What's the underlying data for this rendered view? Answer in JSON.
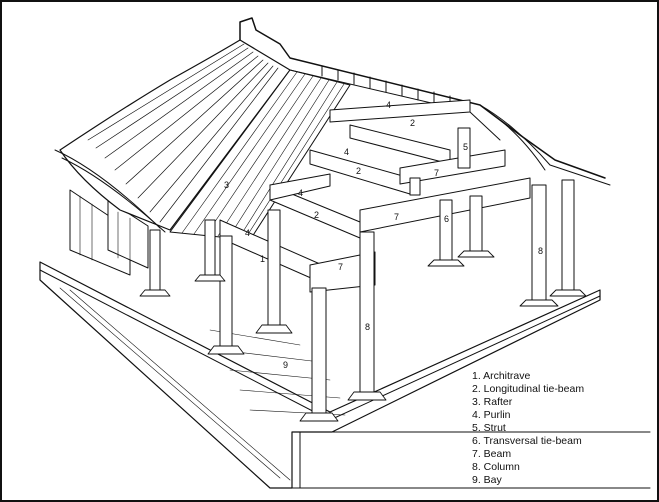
{
  "diagram": {
    "markers": {
      "architrave": "1",
      "longitudinal_tie_beam": "2",
      "rafter": "3",
      "purlin": "4",
      "strut": "5",
      "transversal_tie_beam": "6",
      "beam": "7",
      "column": "8",
      "bay": "9"
    },
    "legend": [
      "1. Architrave",
      "2. Longitudinal tie-beam",
      "3. Rafter",
      "4. Purlin",
      "5. Strut",
      "6. Transversal tie-beam",
      "7. Beam",
      "8. Column",
      "9. Bay"
    ]
  }
}
